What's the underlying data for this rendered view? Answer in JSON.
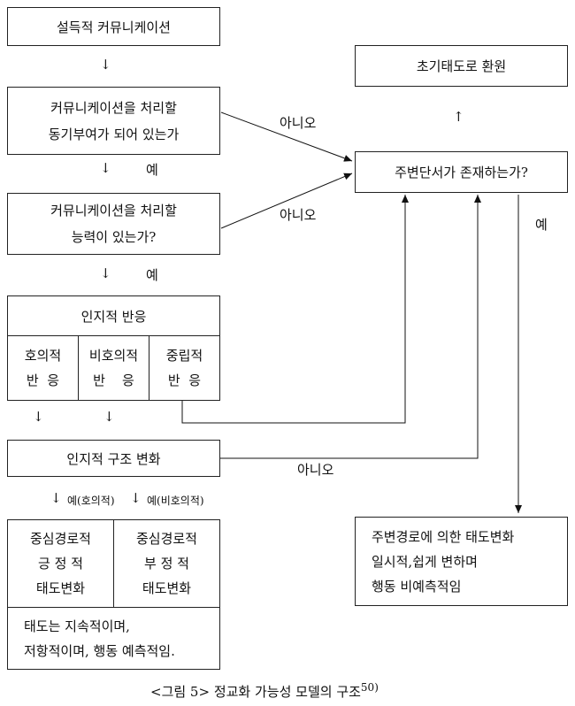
{
  "boxes": {
    "persuasive": "설득적 커뮤니케이션",
    "motivation": [
      "커뮤니케이션을 처리할",
      "동기부여가 되어 있는가"
    ],
    "ability": [
      "커뮤니케이션을 처리할",
      "능력이 있는가?"
    ],
    "cognitive_response": {
      "title": "인지적 반응",
      "cells": [
        [
          "호의적",
          "반  응"
        ],
        [
          "비호의적",
          "반    응"
        ],
        [
          "중립적",
          "반  응"
        ]
      ]
    },
    "structure_change": "인지적 구조 변화",
    "central_positive": [
      "중심경로적",
      "긍 정 적",
      "태도변화"
    ],
    "central_negative": [
      "중심경로적",
      "부 정 적",
      "태도변화"
    ],
    "central_result": [
      "태도는 지속적이며,",
      "저항적이며, 행동 예측적임."
    ],
    "initial_return": "초기태도로 환원",
    "peripheral_cue": "주변단서가 존재하는가?",
    "peripheral_change": [
      "주변경로에 의한 태도변화",
      "일시적,쉽게 변하며",
      "행동 비예측적임"
    ]
  },
  "labels": {
    "no": "아니오",
    "yes": "예",
    "yes_favorable": "예(호의적)",
    "yes_unfavorable": "예(비호의적)"
  },
  "arrows": {
    "down": "↓",
    "up": "↑"
  },
  "caption": {
    "text": "<그림 5> 정교화 가능성 모델의 구조",
    "ref": "50)"
  }
}
